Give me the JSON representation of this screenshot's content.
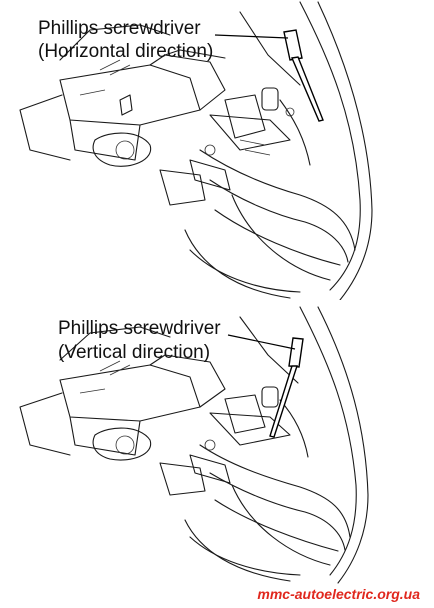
{
  "top_panel": {
    "caption_line1": "Phillips screwdriver",
    "caption_line2": "(Horizontal direction)"
  },
  "bottom_panel": {
    "caption_line1": "Phillips screwdriver",
    "caption_line2": "(Vertical direction)"
  },
  "watermark": "mmc-autoelectric.org.ua",
  "colors": {
    "line": "#1a1a1a",
    "watermark": "#e0281e",
    "background": "#ffffff"
  },
  "icons": [
    "screwdriver-icon"
  ]
}
